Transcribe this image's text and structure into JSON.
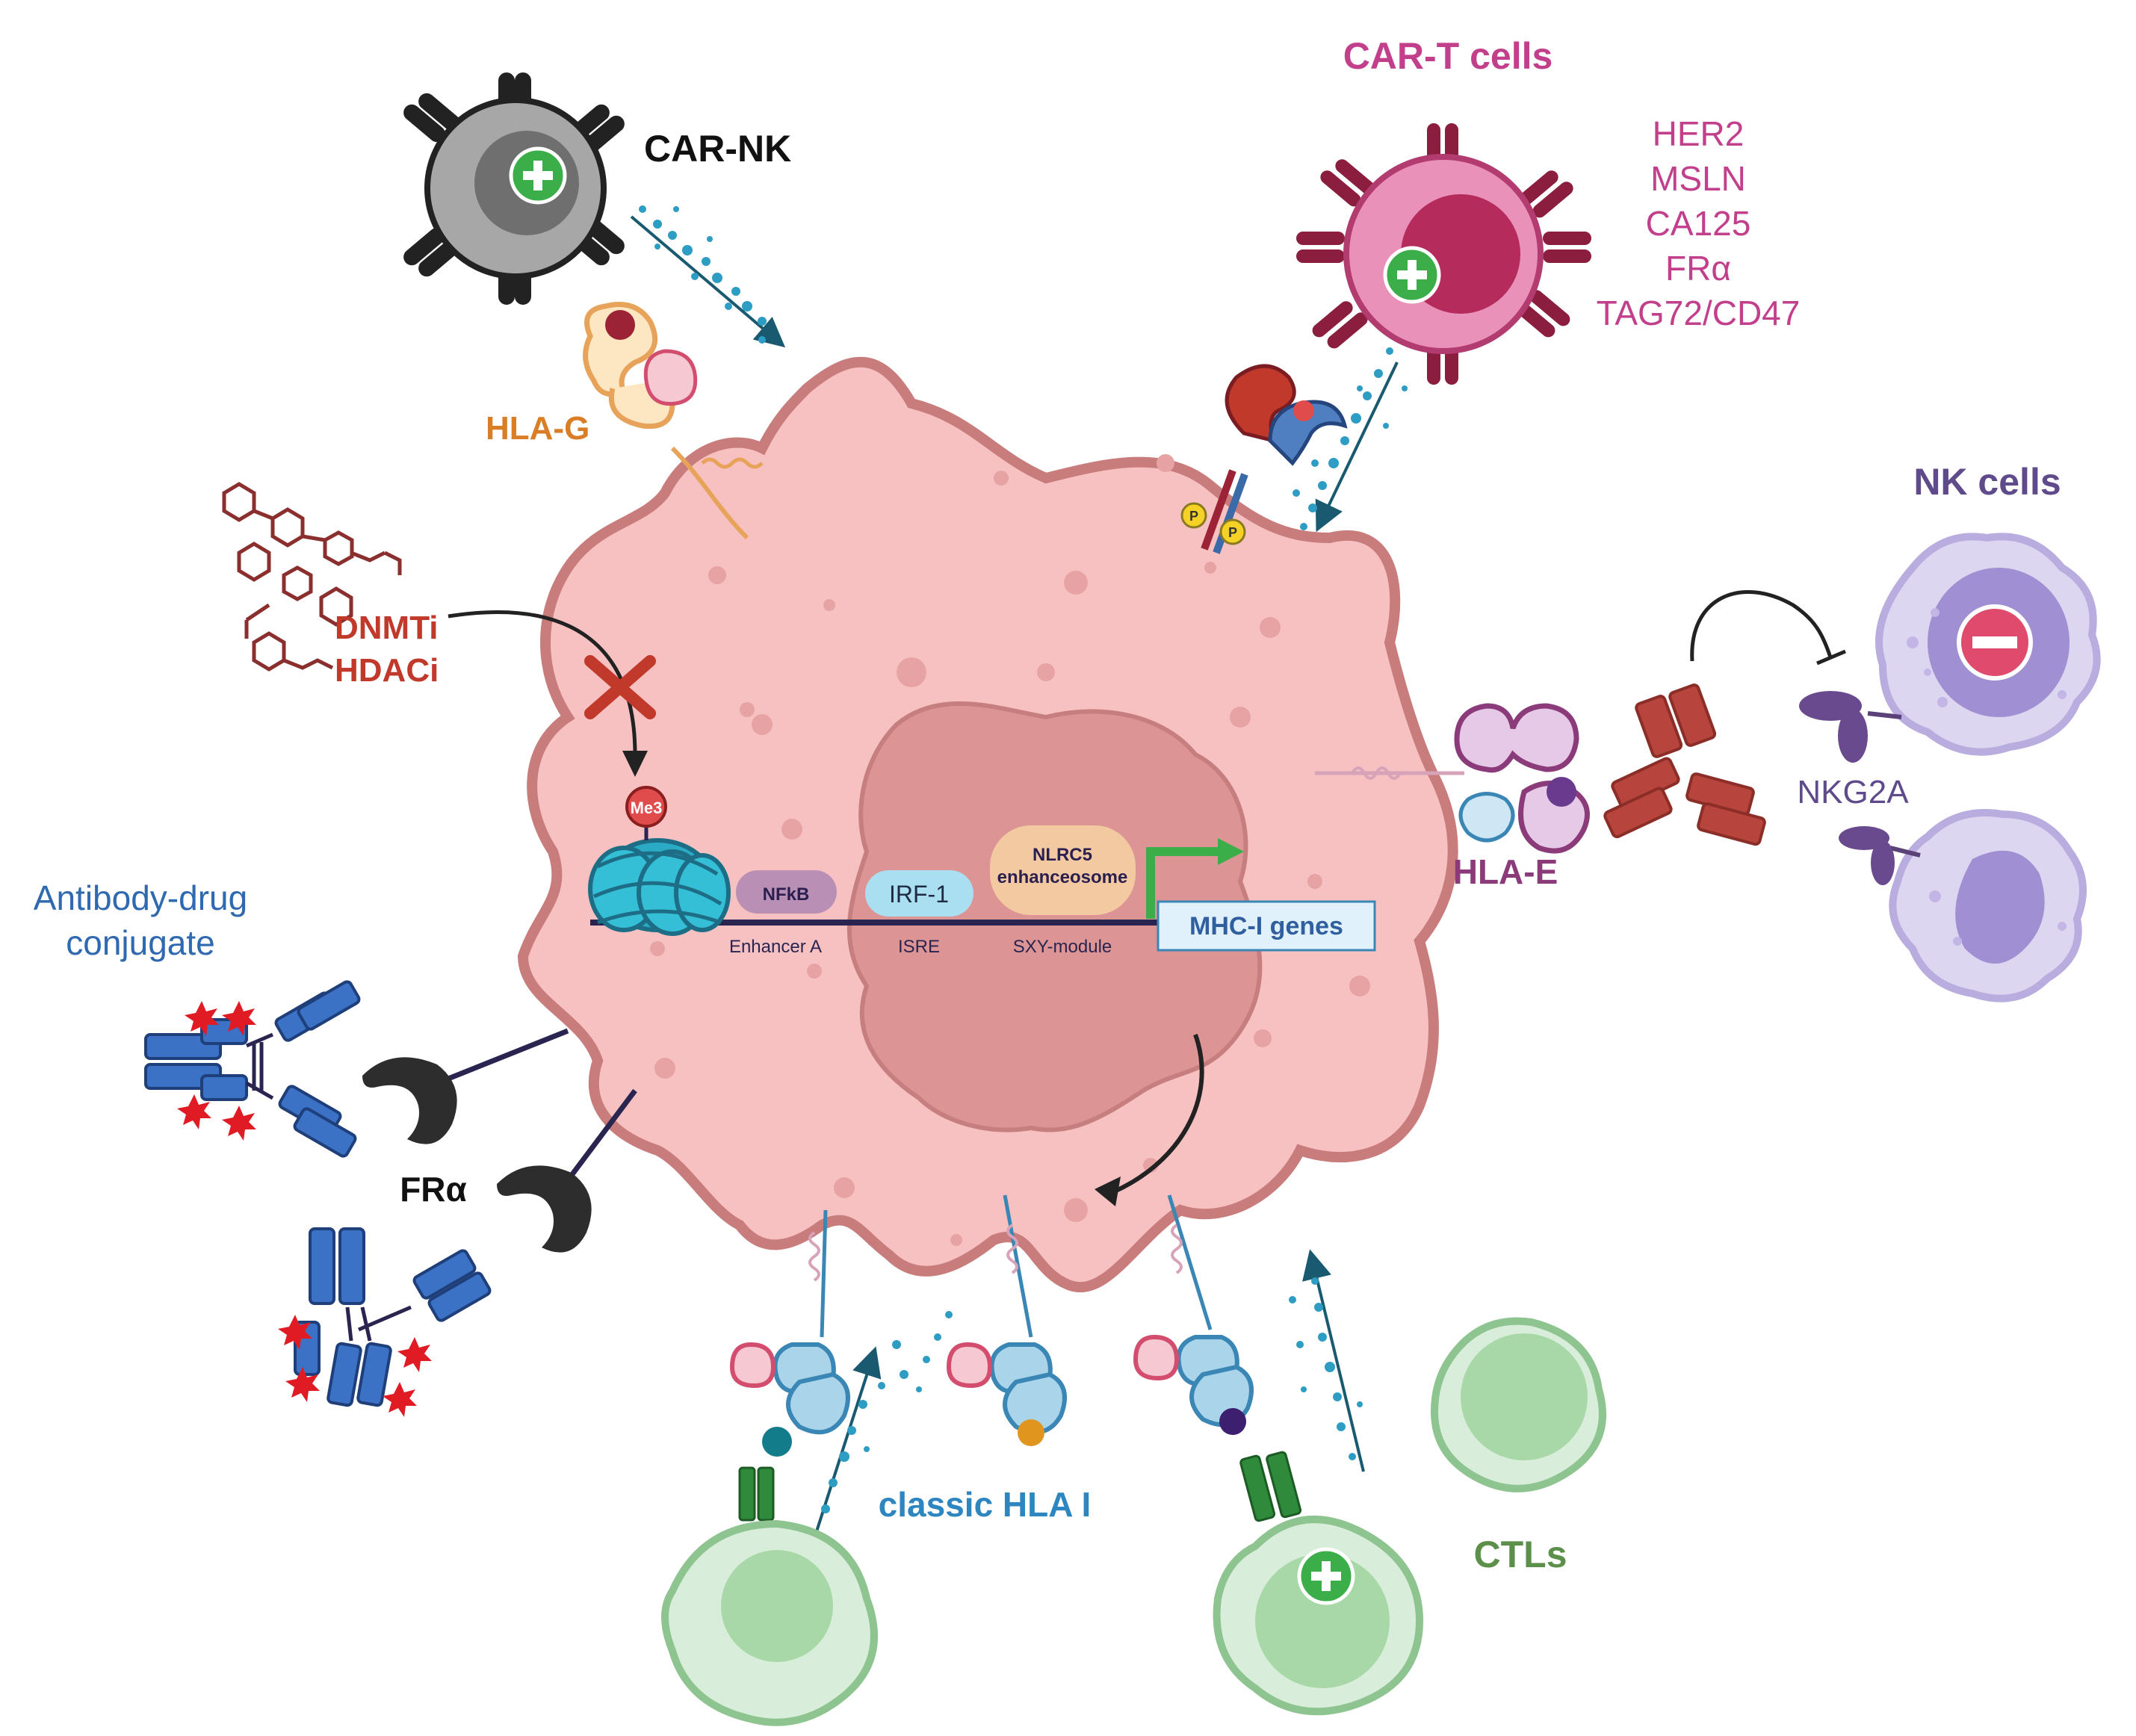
{
  "labels": {
    "car_nk": "CAR-NK",
    "car_t": "CAR-T cells",
    "targets": [
      "HER2",
      "MSLN",
      "CA125",
      "FRα",
      "TAG72/CD47"
    ],
    "hla_g": "HLA-G",
    "dnmti": "DNMTi",
    "hdaci": "HDACi",
    "nk_cells": "NK cells",
    "nkg2a": "NKG2A",
    "hla_e": "HLA-E",
    "adc_line1": "Antibody-drug",
    "adc_line2": "conjugate",
    "fra": "FRα",
    "classic_hla": "classic HLA I",
    "ctls": "CTLs",
    "me3": "Me3",
    "nfkb": "NFkB",
    "irf1": "IRF-1",
    "nlrc5_line1": "NLRC5",
    "nlrc5_line2": "enhanceosome",
    "mhc_genes": "MHC-I genes",
    "enhancer_a": "Enhancer A",
    "isre": "ISRE",
    "sxy": "SXY-module",
    "p": "P"
  },
  "colors": {
    "cell_fill": "#f7c1c1",
    "cell_stroke": "#c97c7c",
    "nucleus_fill": "#dc9494",
    "car_t": "#c23f8c",
    "dark_red": "#9b2335",
    "drug": "#c0392b",
    "hla_g": "#d97e26",
    "nk": "#5f4b8b",
    "hla_e": "#8b3a7a",
    "adc": "#2f69b0",
    "classic_hla": "#2e86c1",
    "ctl": "#5c8f4a",
    "green_plus": "#3cae49"
  }
}
